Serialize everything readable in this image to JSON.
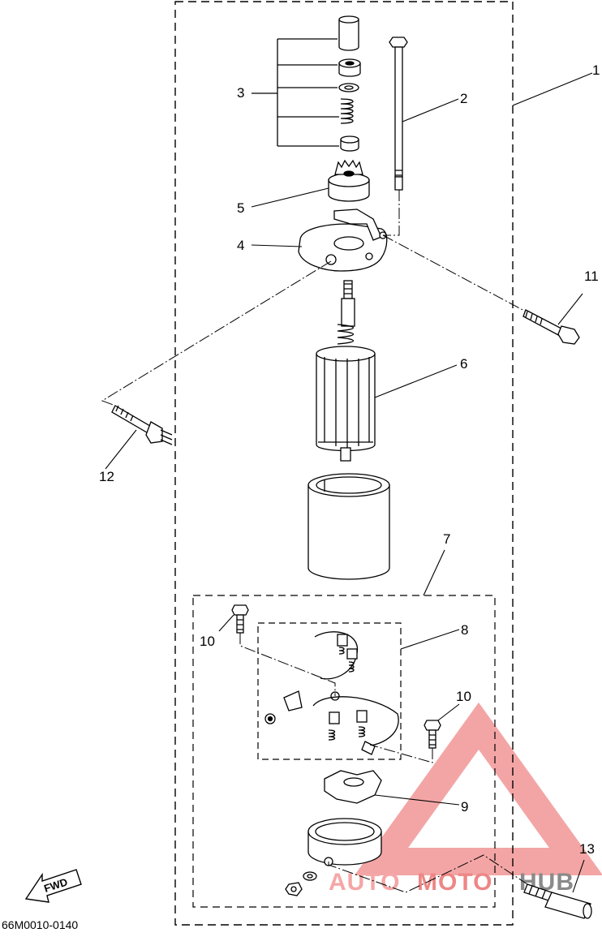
{
  "diagram": {
    "callouts": {
      "c1": "1",
      "c2": "2",
      "c3": "3",
      "c4": "4",
      "c5": "5",
      "c6": "6",
      "c7": "7",
      "c8": "8",
      "c9": "9",
      "c10a": "10",
      "c10b": "10",
      "c11": "11",
      "c12": "12",
      "c13": "13"
    },
    "fwd_label": "FWD",
    "drawing_code": "66M0010-0140"
  },
  "watermark": {
    "word_a": "AUTO",
    "word_b": "MOTO",
    "word_c": "HUB",
    "color_light": "#f5a6a6",
    "color_mid": "#ee8686",
    "color_dark": "#8a8a8a"
  }
}
